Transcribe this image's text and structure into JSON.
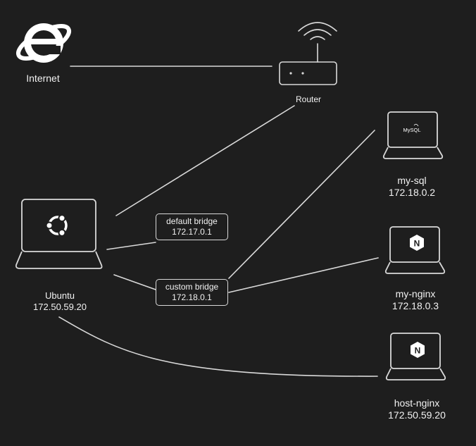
{
  "nodes": {
    "internet": {
      "label": "Internet"
    },
    "router": {
      "label": "Router"
    },
    "ubuntu": {
      "label": "Ubuntu",
      "ip": "172.50.59.20"
    },
    "mysql": {
      "label": "my-sql",
      "ip": "172.18.0.2",
      "logo_text": "MySQL"
    },
    "my_nginx": {
      "label": "my-nginx",
      "ip": "172.18.0.3",
      "logo_text": "N"
    },
    "host_nginx": {
      "label": "host-nginx",
      "ip": "172.50.59.20",
      "logo_text": "N"
    }
  },
  "bridges": {
    "default": {
      "label": "default bridge",
      "ip": "172.17.0.1"
    },
    "custom": {
      "label": "custom bridge",
      "ip": "172.18.0.1"
    }
  },
  "colors": {
    "background": "#1e1e1e",
    "stroke": "#d9d9d9",
    "internet_blue": "#1f6fd0"
  },
  "icons": {
    "internet": "internet-explorer-icon",
    "router": "wifi-router-icon",
    "ubuntu": "ubuntu-laptop-icon",
    "mysql": "mysql-laptop-icon",
    "nginx": "nginx-laptop-icon"
  }
}
